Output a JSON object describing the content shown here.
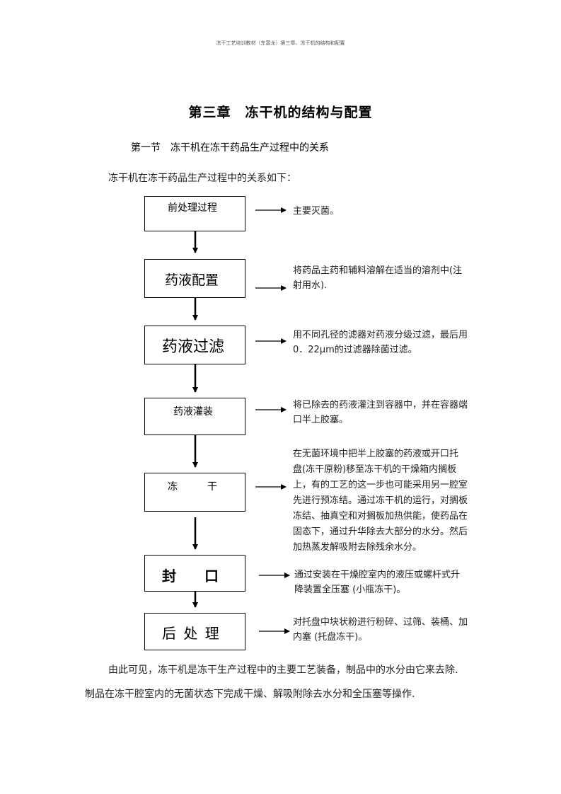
{
  "header": "冻干工艺培训教材（东富龙）第三章、冻干机的结构和配置",
  "title": "第三章　冻干机的结构与配置",
  "section_title": "第一节　冻干机在冻干药品生产过程中的关系",
  "intro": "冻干机在冻干药品生产过程中的关系如下：",
  "steps": [
    {
      "label": "前处理过程",
      "note": [
        "主要灭菌。"
      ]
    },
    {
      "label": "药液配置",
      "note": [
        "将药品主药和辅料溶解在适当的溶剂中(注",
        "射用水)."
      ]
    },
    {
      "label": "药液过滤",
      "note": [
        "用不同孔径的滤器对药液分级过滤，最后用",
        "0．22μm的过滤器除菌过滤。"
      ]
    },
    {
      "label": "药液灌装",
      "note": [
        "将已除去的药液灌注到容器中，并在容器端",
        "口半上胶塞。"
      ]
    },
    {
      "label": "冻　　　干",
      "note": [
        "在无菌环境中把半上胶塞的药液或开口托",
        "盘(冻干原粉)移至冻干机的干燥箱内搁板",
        "上，有的工艺的这一步也可能采用另一腔室",
        "先进行预冻结。通过冻干机的运行，对搁板",
        "冻结、抽真空和对搁板加热供能，使药品在",
        "固态下，通过升华除去大部分的水分。然后",
        "加热蒸发解吸附去除残余水分。"
      ]
    },
    {
      "label": "封　　口",
      "note": [
        "通过安装在干燥腔室内的液压或螺杆式升",
        "降装置全压塞 (小瓶冻干)。"
      ]
    },
    {
      "label": "后 处 理",
      "note": [
        "对托盘中块状粉进行粉碎、过筛、装桶、加",
        "内塞 (托盘冻干)。"
      ]
    }
  ],
  "conclusion": [
    "由此可见，冻干机是冻干生产过程中的主要工艺装备，制品中的水分由它来去除.",
    "制品在冻干腔室内的无菌状态下完成干燥、解吸附除去水分和全压塞等操作."
  ]
}
